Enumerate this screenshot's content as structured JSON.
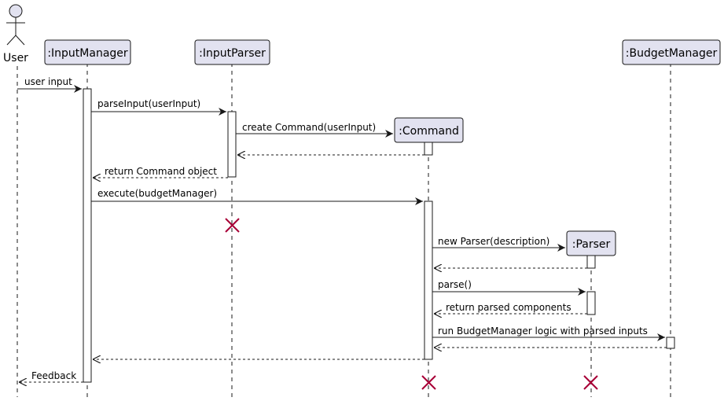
{
  "diagram": {
    "type": "sequence",
    "actor": {
      "name": "User"
    },
    "participants": [
      ":InputManager",
      ":InputParser",
      ":Command",
      ":Parser",
      ":BudgetManager"
    ],
    "messages": [
      "user input",
      "parseInput(userInput)",
      "create Command(userInput)",
      "return Command object",
      "execute(budgetManager)",
      "new Parser(description)",
      "parse()",
      "return parsed components",
      "run BudgetManager logic with parsed inputs",
      "Feedback"
    ],
    "colors": {
      "participant_fill": "#e2e2f0",
      "participant_border": "#181818",
      "destroy_mark": "#a80036",
      "lifeline": "#181818"
    }
  }
}
